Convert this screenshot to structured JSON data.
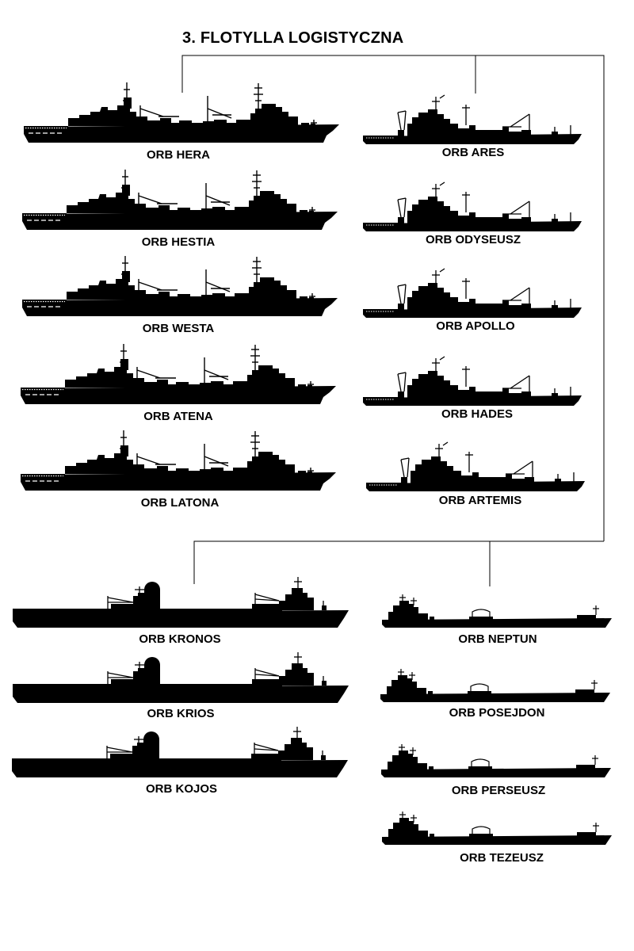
{
  "title": "3. FLOTYLLA LOGISTYCZNA",
  "colors": {
    "silhouette": "#000000",
    "background": "#ffffff",
    "lines": "#000000"
  },
  "groups": {
    "group_a": {
      "left_column": [
        "ORB HERA",
        "ORB HESTIA",
        "ORB WESTA",
        "ORB ATENA",
        "ORB LATONA"
      ],
      "right_column": [
        "ORB ARES",
        "ORB ODYSEUSZ",
        "ORB APOLLO",
        "ORB HADES",
        "ORB ARTEMIS"
      ]
    },
    "group_b": {
      "left_column": [
        "ORB KRONOS",
        "ORB KRIOS",
        "ORB KOJOS"
      ],
      "right_column": [
        "ORB NEPTUN",
        "ORB POSEJDON",
        "ORB PERSEUSZ",
        "ORB TEZEUSZ"
      ]
    }
  }
}
